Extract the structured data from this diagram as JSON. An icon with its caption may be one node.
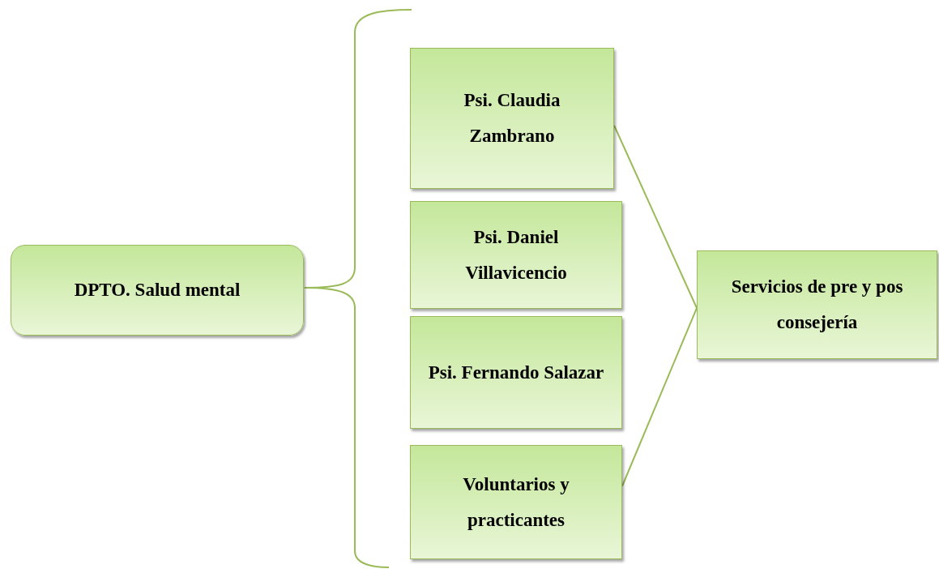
{
  "diagram": {
    "nodes": [
      {
        "text": [
          "DPTO. Salud mental"
        ]
      },
      {
        "text": [
          "Psi. Claudia Zambrano"
        ]
      },
      {
        "text": [
          "Psi. Daniel Villavicencio"
        ]
      },
      {
        "text": [
          "Psi. Fernando Salazar"
        ]
      },
      {
        "text": [
          "Voluntarios y practicantes"
        ]
      },
      {
        "text": [
          "Servicios de pre y pos consejería"
        ]
      }
    ],
    "edges": [
      {
        "from": 1,
        "to": 5,
        "arrow": "none"
      },
      {
        "from": 4,
        "to": 5,
        "arrow": "none"
      }
    ]
  }
}
